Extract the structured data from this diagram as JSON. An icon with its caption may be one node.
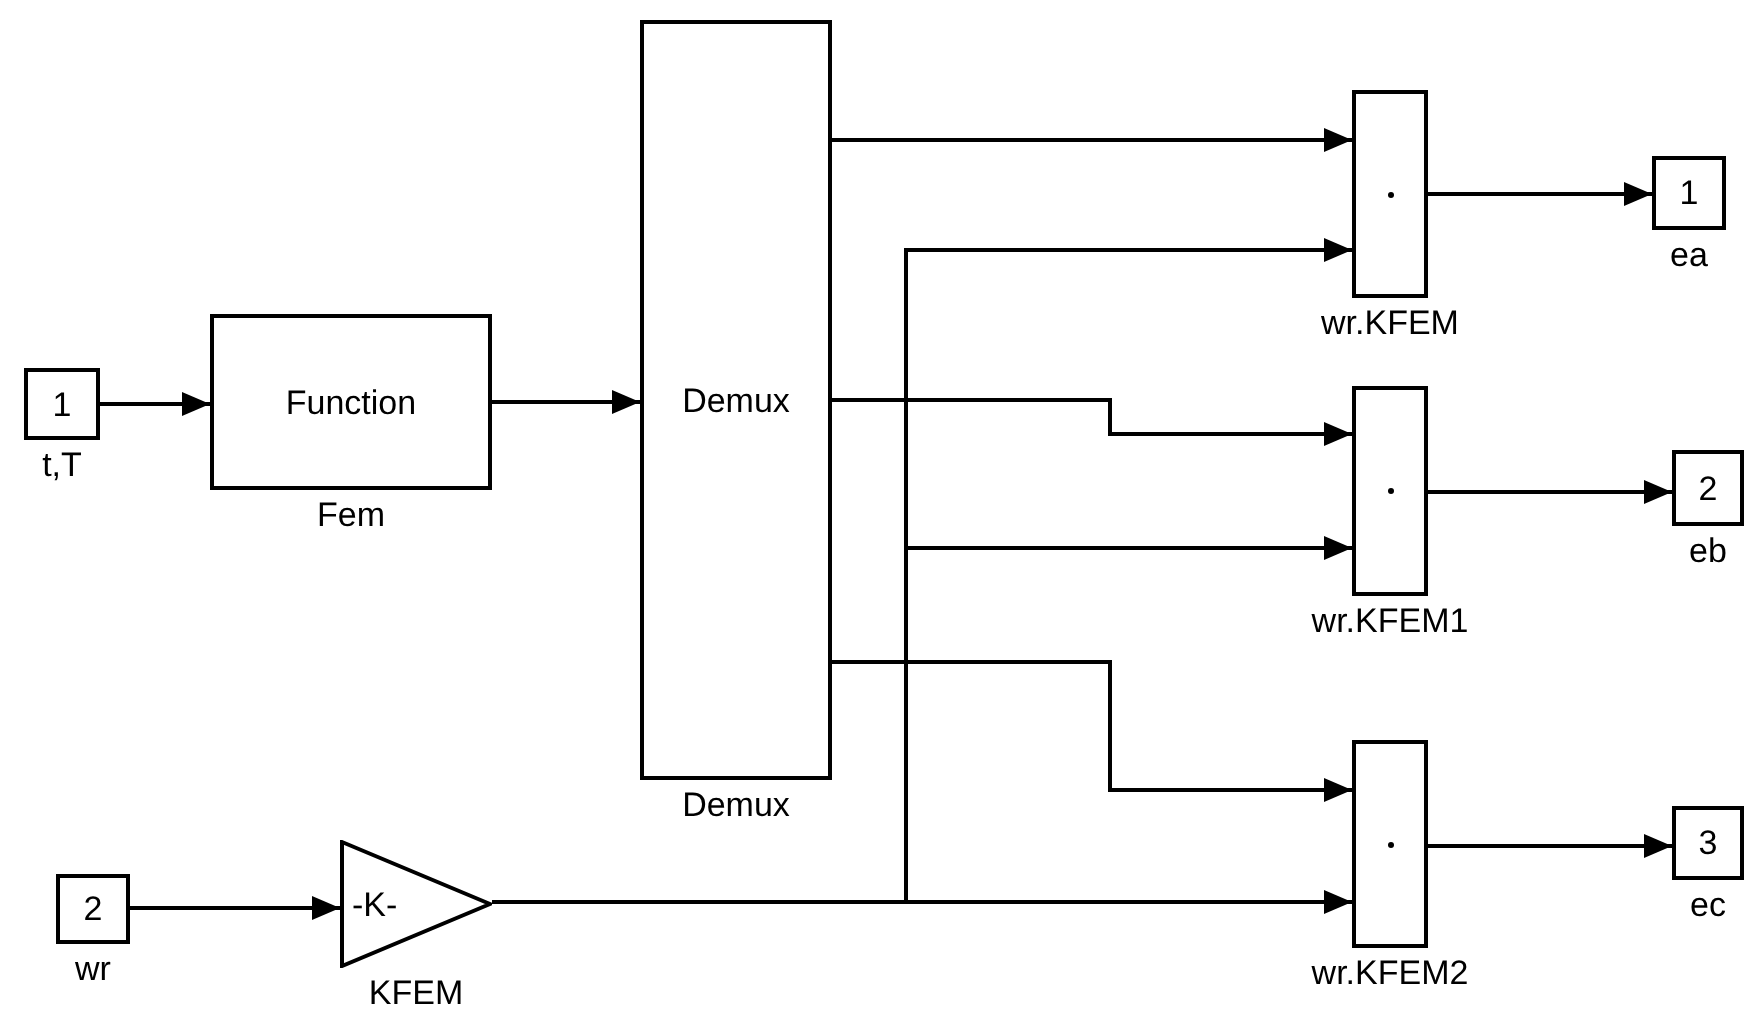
{
  "diagram": {
    "nodes": [
      {
        "text": [
          "1"
        ],
        "beside": [
          "t,T"
        ]
      },
      {
        "text": [
          "Function"
        ],
        "beside": [
          "Fem"
        ]
      },
      {
        "text": [
          "Demux"
        ],
        "beside": [
          "Demux"
        ]
      },
      {
        "text": [
          "2"
        ],
        "beside": [
          "wr"
        ]
      },
      {
        "text": [
          "-K-"
        ],
        "beside": [
          "KFEM"
        ]
      },
      {
        "text": [],
        "shape": "box",
        "beside": [
          "wr.KFEM"
        ]
      },
      {
        "text": [],
        "shape": "box",
        "beside": [
          "wr.KFEM1"
        ]
      },
      {
        "text": [],
        "shape": "box",
        "beside": [
          "wr.KFEM2"
        ]
      },
      {
        "text": [
          "1"
        ],
        "beside": [
          "ea"
        ]
      },
      {
        "text": [
          "2"
        ],
        "beside": [
          "eb"
        ]
      },
      {
        "text": [
          "3"
        ],
        "beside": [
          "ec"
        ]
      }
    ],
    "edges": [
      {
        "from": 0,
        "to": 1,
        "arrow": "to"
      },
      {
        "from": 1,
        "to": 2,
        "arrow": "to"
      },
      {
        "from": 3,
        "to": 4,
        "arrow": "to"
      },
      {
        "from": 2,
        "to": 5,
        "arrow": "to"
      },
      {
        "from": 4,
        "to": 5,
        "arrow": "to"
      },
      {
        "from": 2,
        "to": 6,
        "arrow": "to"
      },
      {
        "from": 4,
        "to": 6,
        "arrow": "to"
      },
      {
        "from": 2,
        "to": 7,
        "arrow": "to"
      },
      {
        "from": 4,
        "to": 7,
        "arrow": "to"
      },
      {
        "from": 5,
        "to": 8,
        "arrow": "to"
      },
      {
        "from": 6,
        "to": 9,
        "arrow": "to"
      },
      {
        "from": 7,
        "to": 10,
        "arrow": "to"
      }
    ]
  }
}
